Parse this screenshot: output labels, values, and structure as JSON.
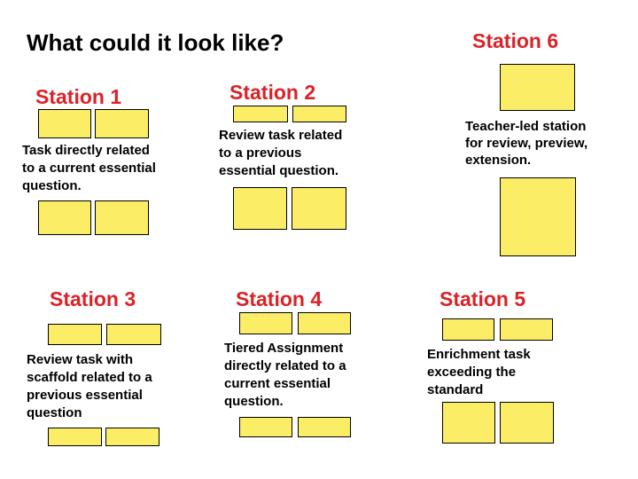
{
  "slide": {
    "title": "What could it look like?",
    "colors": {
      "background": "#FFFFFF",
      "title_text": "#000000",
      "station_heading": "#DB2228",
      "desk_fill": "#FBEE66",
      "desk_border": "#000000",
      "body_text": "#000000"
    },
    "stations": [
      {
        "heading": "Station 1",
        "description": "Task directly related to a current essential question.",
        "lines": [
          "Task directly related",
          "to a current essential",
          "question."
        ]
      },
      {
        "heading": "Station 2",
        "description": "Review task related to a previous essential question.",
        "lines": [
          "Review task related",
          "to a previous",
          "essential question."
        ]
      },
      {
        "heading": "Station 3",
        "description": "Review task with scaffold related to a previous essential question",
        "lines": [
          "Review task with",
          "scaffold related to a",
          "previous essential",
          "question"
        ]
      },
      {
        "heading": "Station 4",
        "description": "Tiered Assignment directly related to a current essential question.",
        "lines": [
          "Tiered Assignment",
          "directly related to a",
          "current essential",
          "question."
        ]
      },
      {
        "heading": "Station 5",
        "description": "Enrichment task exceeding the standard",
        "lines": [
          "Enrichment task",
          "exceeding the",
          "standard"
        ]
      },
      {
        "heading": "Station 6",
        "description": "Teacher-led station for review, preview, extension.",
        "lines": [
          "Teacher-led station",
          "for review, preview,",
          "extension."
        ]
      }
    ]
  }
}
